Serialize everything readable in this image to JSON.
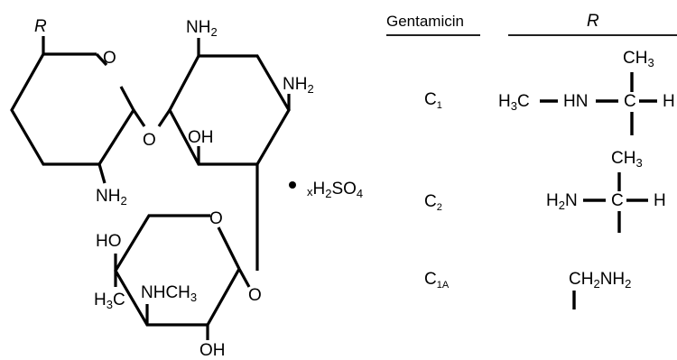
{
  "structure": {
    "r_group": "R",
    "ring1": {
      "oxygen": "O",
      "amine": {
        "base": "NH",
        "sub": "2"
      }
    },
    "glyco_link_1": "O",
    "ring2": {
      "amine_top": {
        "base": "NH",
        "sub": "2"
      },
      "amine_right": {
        "base": "NH",
        "sub": "2"
      },
      "hydroxyl": "OH"
    },
    "glyco_link_2": "O",
    "ring3": {
      "oxygen": "O",
      "hydroxyl_left": "HO",
      "methyl": {
        "base": "H",
        "sub": "3",
        "tail": "C"
      },
      "methylamino": "NHCH",
      "methylamino_sub": "3",
      "hydroxyl_bottom": "OH"
    },
    "salt": {
      "dot": "•",
      "prefix": "x",
      "base": "H",
      "sub1": "2",
      "mid": "SO",
      "sub2": "4"
    }
  },
  "table": {
    "header_left": "Gentamicin",
    "header_right": "R",
    "rows": [
      {
        "name": {
          "base": "C",
          "sub": "1"
        },
        "methyl_top": {
          "base": "CH",
          "sub": "3"
        },
        "left_group": {
          "base": "H",
          "sub": "3",
          "tail": "C"
        },
        "nh": "HN",
        "carbon": "C",
        "h": "H"
      },
      {
        "name": {
          "base": "C",
          "sub": "2"
        },
        "methyl_top": {
          "base": "CH",
          "sub": "3"
        },
        "left_group": {
          "base": "H",
          "sub": "2",
          "tail": "N"
        },
        "carbon": "C",
        "h": "H"
      },
      {
        "name": {
          "base": "C",
          "sub": "1A"
        },
        "group": {
          "base": "CH",
          "sub1": "2",
          "mid": "NH",
          "sub2": "2"
        }
      }
    ]
  }
}
